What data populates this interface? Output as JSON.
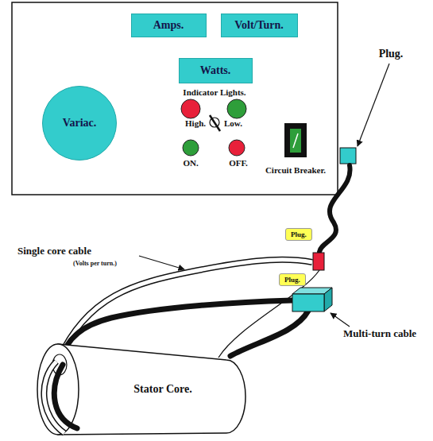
{
  "diagram": {
    "nodes": [
      {
        "text": [
          "Amps."
        ]
      },
      {
        "text": [
          "Volt/Turn."
        ]
      },
      {
        "text": [
          "Watts."
        ]
      },
      {
        "text": [
          "Variac."
        ]
      },
      {
        "text": [
          "Plug."
        ]
      },
      {
        "text": [
          "Plug."
        ]
      },
      {
        "text": [
          "Stator Core."
        ]
      }
    ],
    "labels": [
      "Indicator Lights.",
      "High.",
      "Low.",
      "ON.",
      "OFF.",
      "Circuit Breaker.",
      "Plug.",
      "Single core cable",
      "(Volts per turn.)",
      "Multi-turn cable"
    ]
  }
}
